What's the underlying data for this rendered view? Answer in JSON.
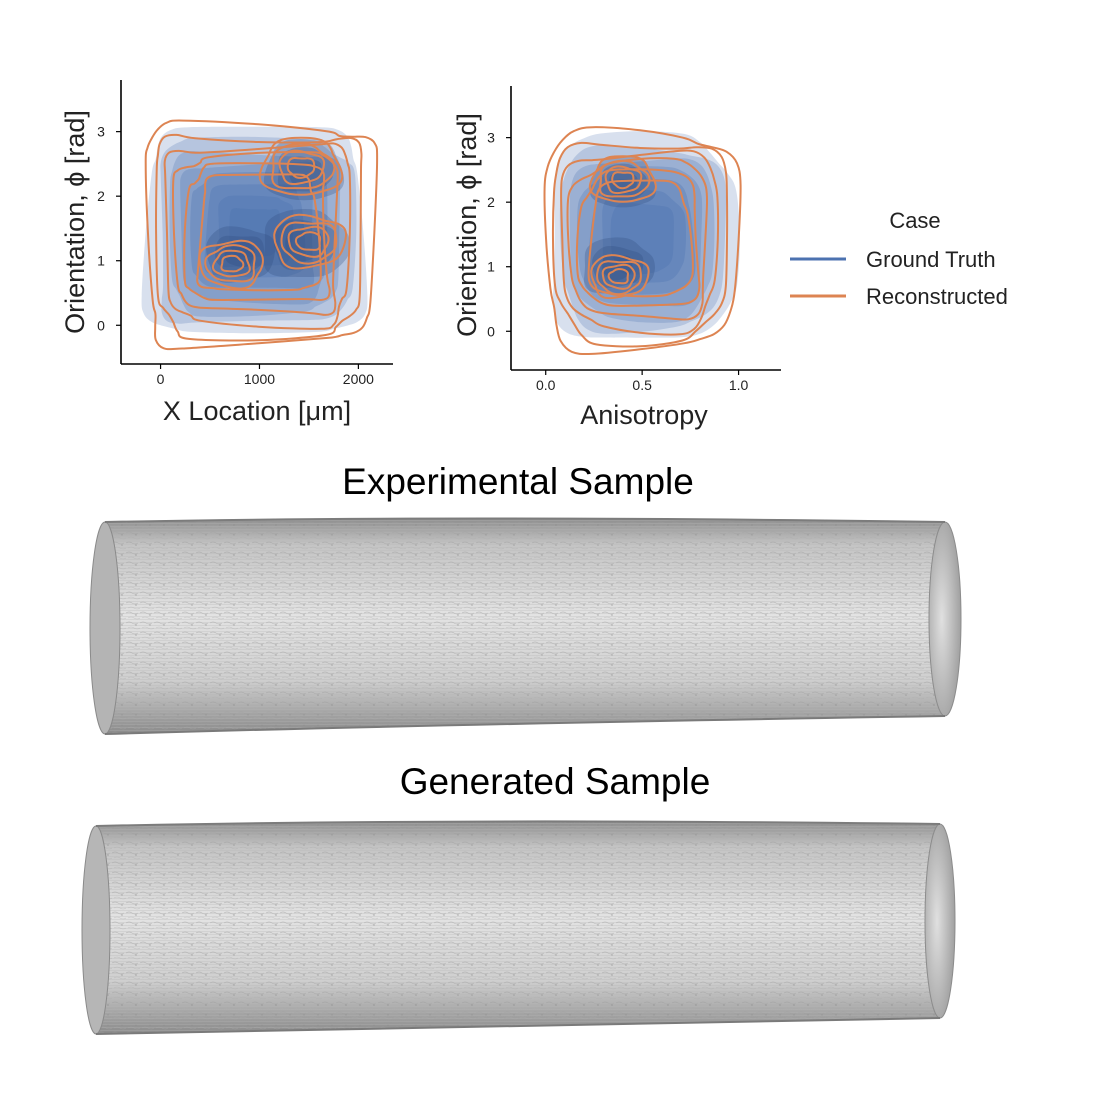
{
  "chart_data": [
    {
      "type": "density",
      "title": "",
      "xlabel": "X Location [μm]",
      "ylabel": "Orientation, ϕ [rad]",
      "xlim": [
        -400,
        2350
      ],
      "ylim": [
        -0.6,
        3.8
      ],
      "xticks": [
        "0",
        "1000",
        "2000"
      ],
      "yticks": [
        "0",
        "1",
        "2",
        "3"
      ],
      "xtick_values": [
        0,
        1000,
        2000
      ],
      "ytick_values": [
        0,
        1,
        2,
        3
      ],
      "series": [
        {
          "name": "Ground Truth",
          "kind": "filled-density",
          "modes": [
            {
              "x": 1450,
              "y": 2.4,
              "w": 0.9
            },
            {
              "x": 1450,
              "y": 1.25,
              "w": 1.0
            },
            {
              "x": 800,
              "y": 1.1,
              "w": 0.8
            }
          ]
        },
        {
          "name": "Reconstructed",
          "kind": "contour",
          "modes": [
            {
              "x": 1420,
              "y": 2.45,
              "w": 1.0
            },
            {
              "x": 1500,
              "y": 1.3,
              "w": 0.9
            },
            {
              "x": 720,
              "y": 0.95,
              "w": 0.8
            }
          ]
        }
      ]
    },
    {
      "type": "density",
      "title": "",
      "xlabel": "Anisotropy",
      "ylabel": "Orientation, ϕ [rad]",
      "xlim": [
        -0.18,
        1.22
      ],
      "ylim": [
        -0.6,
        3.8
      ],
      "xticks": [
        "0.0",
        "0.5",
        "1.0"
      ],
      "yticks": [
        "0",
        "1",
        "2",
        "3"
      ],
      "xtick_values": [
        0.0,
        0.5,
        1.0
      ],
      "ytick_values": [
        0,
        1,
        2,
        3
      ],
      "series": [
        {
          "name": "Ground Truth",
          "kind": "filled-density",
          "modes": [
            {
              "x": 0.4,
              "y": 2.3,
              "w": 0.9
            },
            {
              "x": 0.37,
              "y": 1.0,
              "w": 1.0
            }
          ]
        },
        {
          "name": "Reconstructed",
          "kind": "contour",
          "modes": [
            {
              "x": 0.4,
              "y": 2.35,
              "w": 1.0
            },
            {
              "x": 0.38,
              "y": 0.85,
              "w": 0.9
            }
          ]
        }
      ]
    }
  ],
  "legend": {
    "title": "Case",
    "items": [
      {
        "label": "Ground Truth",
        "color": "#4c72b0"
      },
      {
        "label": "Reconstructed",
        "color": "#dd8452"
      }
    ]
  },
  "colors": {
    "ground_truth": "#4c72b0",
    "reconstructed": "#dd8452"
  },
  "panels": {
    "experimental_title": "Experimental Sample",
    "generated_title": "Generated Sample"
  }
}
